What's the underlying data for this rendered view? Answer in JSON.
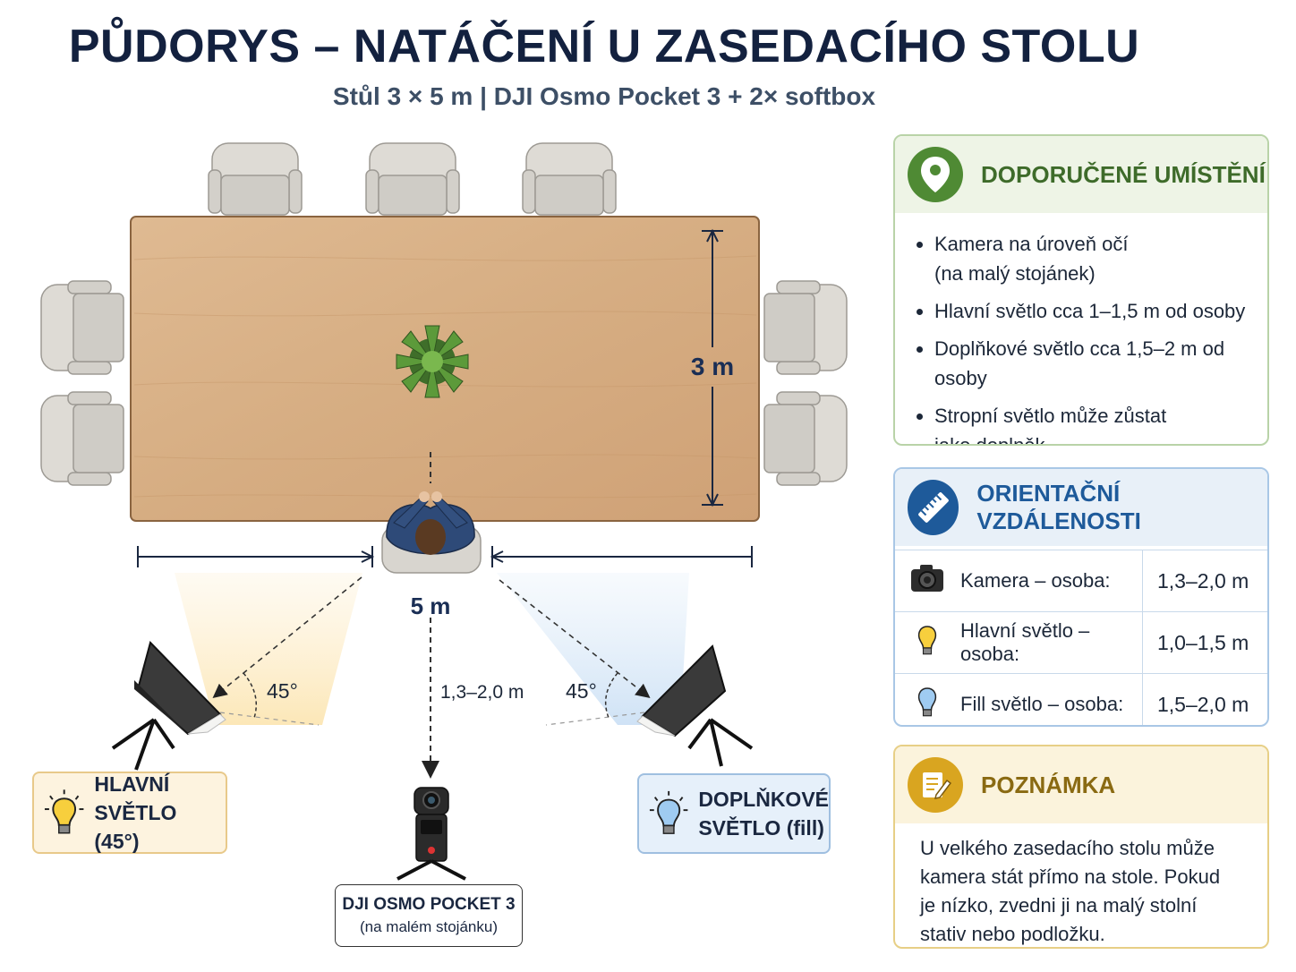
{
  "header": {
    "title": "PŮDORYS – NATÁČENÍ U ZASEDACÍHO STOLU",
    "subtitle": "Stůl 3 × 5 m  |  DJI Osmo Pocket 3 + 2× softbox"
  },
  "plan": {
    "table_width_label": "3 m",
    "table_length_label": "5 m",
    "camera_distance_label": "1,3–2,0 m",
    "angle_left": "45°",
    "angle_right": "45°"
  },
  "labels": {
    "main_light": [
      "HLAVNÍ",
      "SVĚTLO (45°)"
    ],
    "fill_light": [
      "DOPLŇKOVÉ",
      "SVĚTLO (fill)"
    ],
    "camera_name": "DJI OSMO POCKET 3",
    "camera_sub": "(na malém stojánku)"
  },
  "panels": {
    "placement": {
      "title": "DOPORUČENÉ UMÍSTĚNÍ",
      "icon": "location-pin-icon",
      "items": [
        [
          "Kamera na úroveň očí",
          "(na malý stojánek)"
        ],
        [
          "Hlavní světlo cca 1–1,5 m od osoby"
        ],
        [
          "Doplňkové světlo cca 1,5–2 m od osoby"
        ],
        [
          "Stropní světlo může zůstat",
          "jako doplněk"
        ]
      ]
    },
    "distances": {
      "title": "ORIENTAČNÍ VZDÁLENOSTI",
      "icon": "ruler-icon",
      "rows": [
        {
          "icon": "camera-icon",
          "label": "Kamera – osoba:",
          "value": "1,3–2,0 m"
        },
        {
          "icon": "yellow-bulb-icon",
          "label": "Hlavní světlo – osoba:",
          "value": "1,0–1,5 m"
        },
        {
          "icon": "blue-bulb-icon",
          "label": "Fill světlo – osoba:",
          "value": "1,5–2,0 m"
        }
      ]
    },
    "note": {
      "title": "POZNÁMKA",
      "icon": "note-pencil-icon",
      "lines": [
        "U velkého zasedacího stolu může",
        "kamera stát přímo na stole. Pokud",
        "je nízko, zvedni ji na malý stolní",
        "stativ nebo podložku."
      ]
    }
  },
  "colors": {
    "title": "#13213f",
    "table_wood": "#d7b087",
    "chair": "#d9d6d0",
    "main_light_glow": "#fbe3b0",
    "fill_light_glow": "#cfe2f5",
    "green": "#4f8a34",
    "blue": "#1e5a9a",
    "gold": "#d9a520"
  }
}
